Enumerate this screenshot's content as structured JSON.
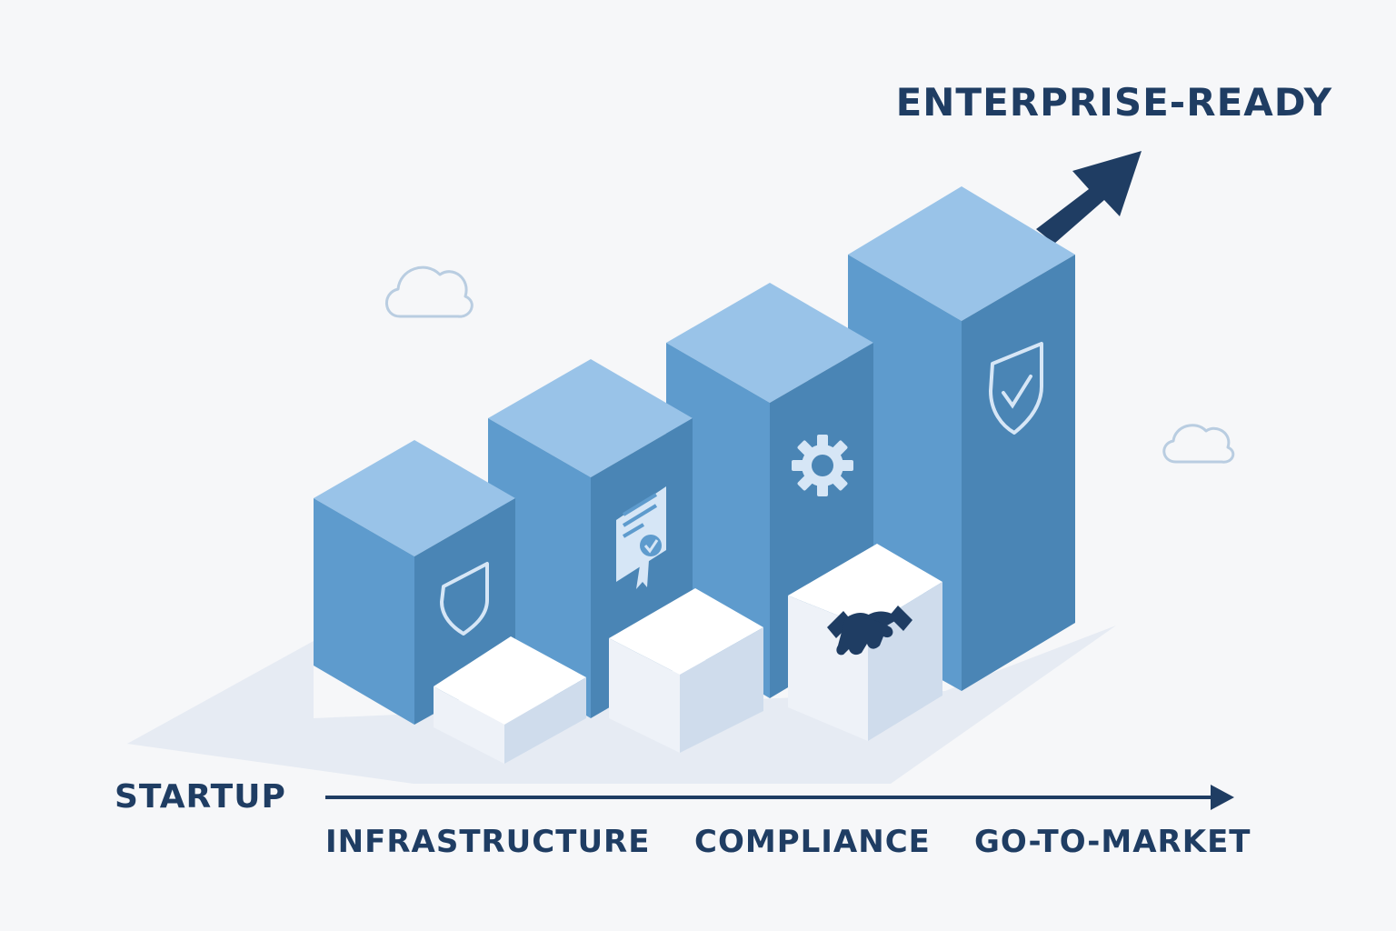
{
  "diagram": {
    "title": "ENTERPRISE-READY",
    "start_label": "STARTUP",
    "stages": [
      "INFRASTRUCTURE",
      "COMPLIANCE",
      "GO-TO-MARKET"
    ],
    "icons": [
      "shield-icon",
      "certificate-icon",
      "gear-icon",
      "shield-check-icon",
      "handshake-icon",
      "cloud-icon"
    ],
    "colors": {
      "text": "#1f3d63",
      "arrow": "#1f3d63",
      "bar_top": "#99c3e8",
      "bar_left": "#5e9bcd",
      "bar_right": "#4a85b5",
      "block_top": "#ffffff",
      "block_left": "#eef2f8",
      "block_right": "#cfdcec",
      "background": "#f6f7f9"
    }
  }
}
